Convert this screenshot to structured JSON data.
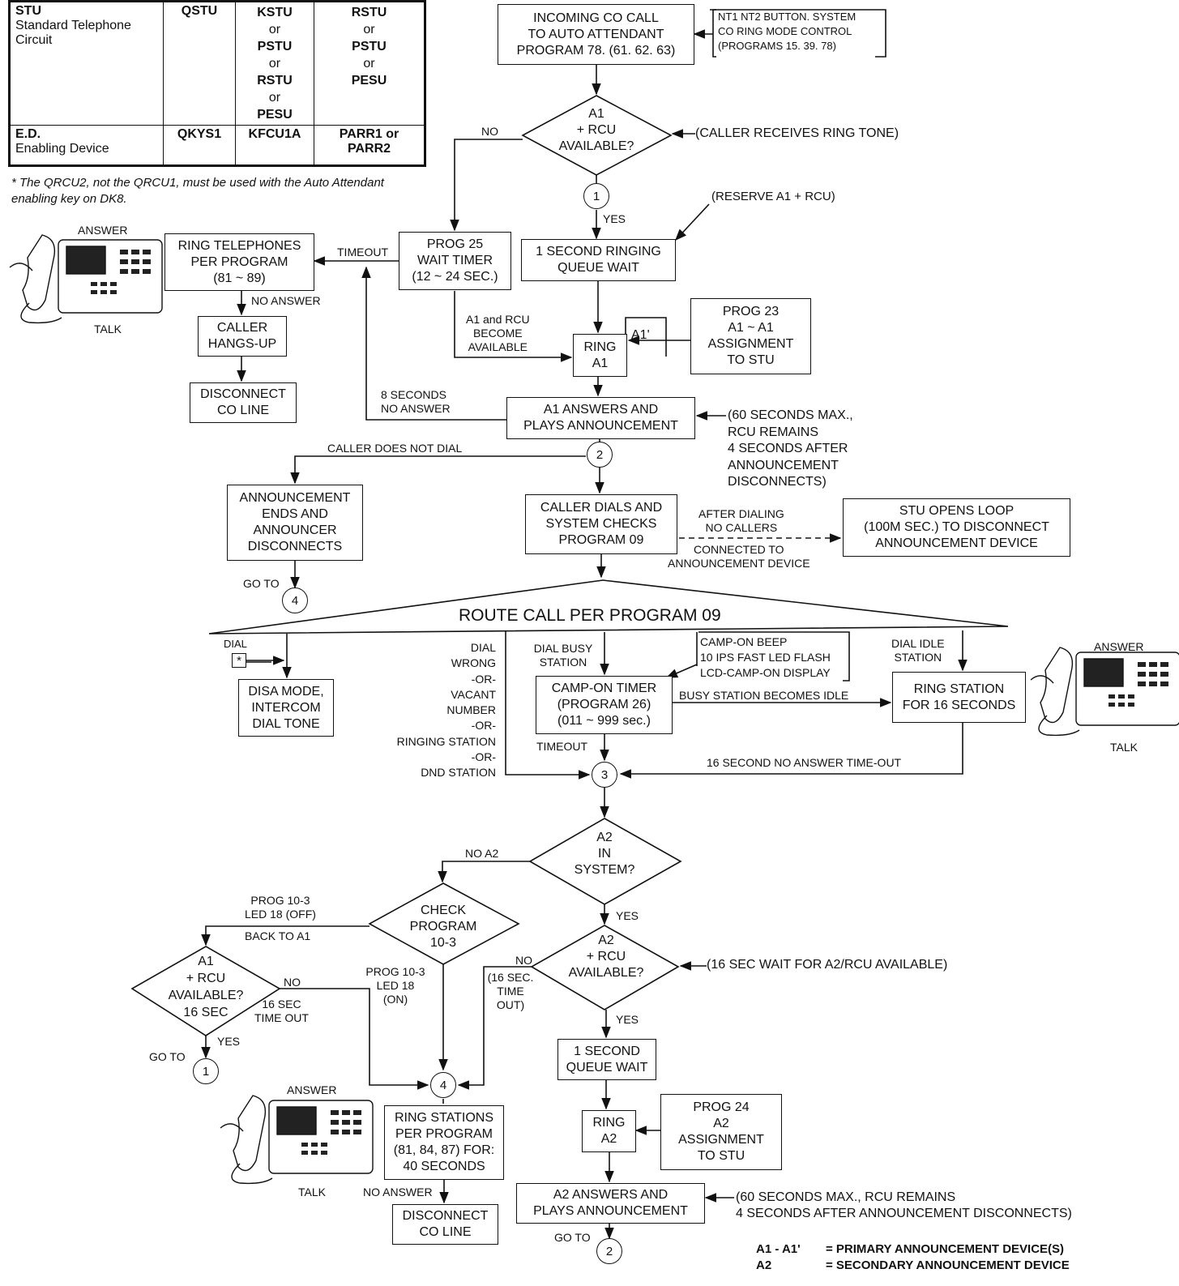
{
  "table": {
    "rows": [
      {
        "device": "STU",
        "description": "Standard Telephone Circuit",
        "col1": "QSTU",
        "col2": [
          "KSTU",
          "or",
          "PSTU",
          "or",
          "RSTU",
          "or",
          "PESU"
        ],
        "col3": [
          "RSTU",
          "or",
          "PSTU",
          "or",
          "PESU"
        ]
      },
      {
        "device": "E.D.",
        "description": "Enabling Device",
        "col1": "QKYS1",
        "col2": [
          "KFCU1A"
        ],
        "col3": [
          "PARR1 or",
          "PARR2"
        ]
      }
    ],
    "note": "* The QRCU2, not the QRCU1, must be used with the Auto Attendant enabling key on DK8."
  },
  "boxes": {
    "incoming": [
      "INCOMING CO CALL",
      "TO AUTO ATTENDANT",
      "PROGRAM 78. (61. 62. 63)"
    ],
    "nt_control": [
      "NT1 NT2 BUTTON. SYSTEM",
      "CO RING MODE CONTROL",
      "(PROGRAMS 15. 39. 78)"
    ],
    "ring_telephones": [
      "RING TELEPHONES",
      "PER PROGRAM",
      "(81 ~ 89)"
    ],
    "wait_timer": [
      "PROG 25",
      "WAIT TIMER",
      "(12 ~ 24 SEC.)"
    ],
    "ringing_queue": [
      "1 SECOND RINGING",
      "QUEUE WAIT"
    ],
    "caller_hangs": [
      "CALLER",
      "HANGS-UP"
    ],
    "disconnect1": [
      "DISCONNECT",
      "CO LINE"
    ],
    "ring_a1": [
      "RING",
      "A1"
    ],
    "prog23": [
      "PROG 23",
      "A1 ~ A1",
      "ASSIGNMENT",
      "TO STU"
    ],
    "a1_answers": [
      "A1 ANSWERS AND",
      "PLAYS ANNOUNCEMENT"
    ],
    "announce_ends": [
      "ANNOUNCEMENT",
      "ENDS AND",
      "ANNOUNCER",
      "DISCONNECTS"
    ],
    "caller_dials": [
      "CALLER DIALS AND",
      "SYSTEM CHECKS",
      "PROGRAM 09"
    ],
    "stu_opens": [
      "STU OPENS LOOP",
      "(100M SEC.) TO DISCONNECT",
      "ANNOUNCEMENT DEVICE"
    ],
    "disa": [
      "DISA MODE,",
      "INTERCOM",
      "DIAL TONE"
    ],
    "campon_timer": [
      "CAMP-ON TIMER",
      "(PROGRAM 26)",
      "(011 ~ 999 sec.)"
    ],
    "campon_notes": [
      "CAMP-ON BEEP",
      "10 IPS FAST LED FLASH",
      "LCD-CAMP-ON DISPLAY"
    ],
    "ring_station": [
      "RING STATION",
      "FOR 16 SECONDS"
    ],
    "queue_wait2": [
      "1 SECOND",
      "QUEUE WAIT"
    ],
    "ring_a2": [
      "RING",
      "A2"
    ],
    "prog24": [
      "PROG 24",
      "A2",
      "ASSIGNMENT",
      "TO STU"
    ],
    "a2_answers": [
      "A2 ANSWERS AND",
      "PLAYS ANNOUNCEMENT"
    ],
    "ring_stations40": [
      "RING STATIONS",
      "PER PROGRAM",
      "(81, 84, 87) FOR:",
      "40 SECONDS"
    ],
    "disconnect2": [
      "DISCONNECT",
      "CO LINE"
    ]
  },
  "decisions": {
    "a1_rcu": [
      "A1",
      "+ RCU",
      "AVAILABLE?"
    ],
    "a2_in_system": [
      "A2",
      "IN",
      "SYSTEM?"
    ],
    "check_program": [
      "CHECK",
      "PROGRAM",
      "10-3"
    ],
    "a2_rcu": [
      "A2",
      "+ RCU",
      "AVAILABLE?"
    ],
    "a1_rcu_16": [
      "A1",
      "+ RCU",
      "AVAILABLE?",
      "16 SEC"
    ]
  },
  "route_title": "ROUTE CALL PER PROGRAM 09",
  "connectors": {
    "c1": "1",
    "c2": "2",
    "c3": "3",
    "c4": "4"
  },
  "labels": {
    "no": "NO",
    "yes": "YES",
    "caller_ring_tone": "(CALLER RECEIVES RING TONE)",
    "reserve": "(RESERVE A1 + RCU)",
    "timeout": "TIMEOUT",
    "answer": "ANSWER",
    "talk": "TALK",
    "no_answer": "NO ANSWER",
    "become_available": [
      "A1 and RCU",
      "BECOME",
      "AVAILABLE"
    ],
    "a1_prime": "A1'",
    "eight_seconds": [
      "8 SECONDS",
      "NO ANSWER"
    ],
    "sixty_seconds": [
      "(60 SECONDS MAX.,",
      "RCU REMAINS",
      "4 SECONDS AFTER",
      "ANNOUNCEMENT",
      "DISCONNECTS)"
    ],
    "caller_not_dial": "CALLER DOES NOT DIAL",
    "go_to": "GO TO",
    "after_dialing": [
      "AFTER DIALING",
      "NO CALLERS"
    ],
    "connected_to": [
      "CONNECTED TO",
      "ANNOUNCEMENT DEVICE"
    ],
    "dial": "DIAL",
    "star": "*",
    "dial_wrong": [
      "DIAL",
      "WRONG",
      "-OR-",
      "VACANT",
      "NUMBER",
      "-OR-",
      "RINGING STATION",
      "-OR-",
      "DND STATION"
    ],
    "dial_busy": [
      "DIAL BUSY",
      "STATION"
    ],
    "dial_idle": [
      "DIAL IDLE",
      "STATION"
    ],
    "busy_becomes_idle": "BUSY STATION BECOMES IDLE",
    "sixteen_no_answer": "16 SECOND NO ANSWER TIME-OUT",
    "no_a2": "NO A2",
    "prog103_off": [
      "PROG 10-3",
      "LED 18 (OFF)"
    ],
    "back_to_a1": "BACK TO A1",
    "prog103_on": [
      "PROG 10-3",
      "LED 18",
      "(ON)"
    ],
    "sixteen_timeout": [
      "16 SEC",
      "TIME OUT"
    ],
    "sixteen_sec_time_out": [
      "(16 SEC.",
      "TIME",
      "OUT)"
    ],
    "sixteen_wait": "(16 SEC WAIT FOR A2/RCU AVAILABLE)",
    "sixty_seconds2": [
      "(60 SECONDS MAX., RCU REMAINS",
      "4 SECONDS AFTER ANNOUNCEMENT DISCONNECTS)"
    ]
  },
  "legend": [
    {
      "key": "A1 - A1'",
      "value": "= PRIMARY ANNOUNCEMENT DEVICE(S)"
    },
    {
      "key": "A2",
      "value": "= SECONDARY ANNOUNCEMENT DEVICE"
    }
  ]
}
